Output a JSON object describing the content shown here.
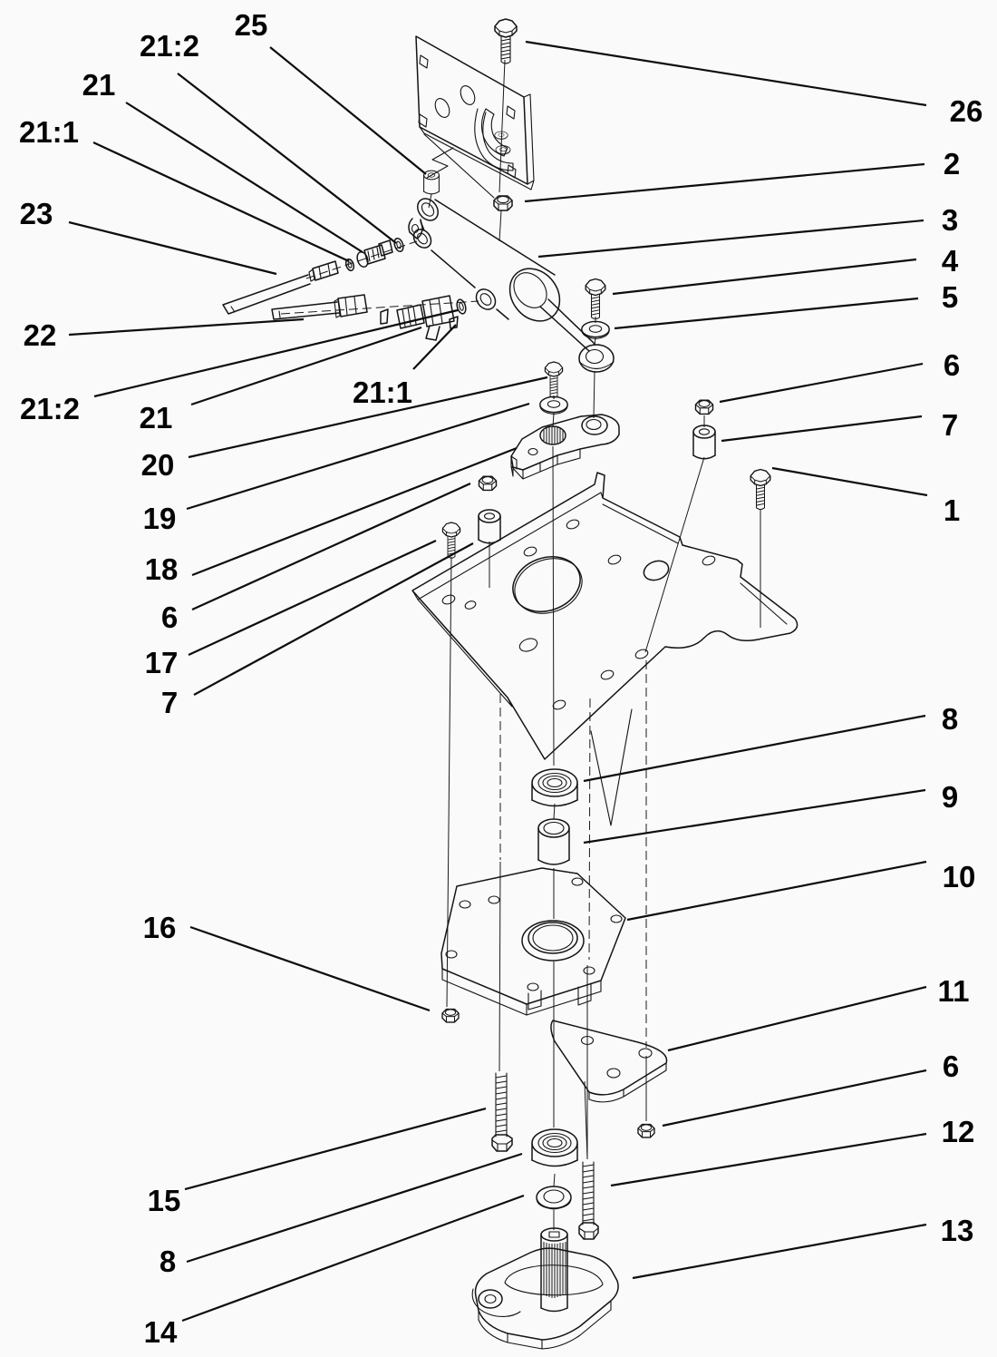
{
  "diagram": {
    "kind": "exploded-parts-diagram",
    "style": "black-line-art",
    "background_color": "#fafafa",
    "line_color": "#141414"
  },
  "callouts": [
    {
      "label": "25",
      "side": "left"
    },
    {
      "label": "21:2",
      "side": "left"
    },
    {
      "label": "21",
      "side": "left"
    },
    {
      "label": "21:1",
      "side": "left"
    },
    {
      "label": "23",
      "side": "left"
    },
    {
      "label": "22",
      "side": "left"
    },
    {
      "label": "21:2",
      "side": "left"
    },
    {
      "label": "21",
      "side": "left"
    },
    {
      "label": "21:1",
      "side": "center"
    },
    {
      "label": "20",
      "side": "left"
    },
    {
      "label": "19",
      "side": "left"
    },
    {
      "label": "18",
      "side": "left"
    },
    {
      "label": "6",
      "side": "left"
    },
    {
      "label": "17",
      "side": "left"
    },
    {
      "label": "7",
      "side": "left"
    },
    {
      "label": "16",
      "side": "left"
    },
    {
      "label": "15",
      "side": "left"
    },
    {
      "label": "8",
      "side": "left"
    },
    {
      "label": "14",
      "side": "left"
    },
    {
      "label": "26",
      "side": "right"
    },
    {
      "label": "2",
      "side": "right"
    },
    {
      "label": "3",
      "side": "right"
    },
    {
      "label": "4",
      "side": "right"
    },
    {
      "label": "5",
      "side": "right"
    },
    {
      "label": "6",
      "side": "right"
    },
    {
      "label": "7",
      "side": "right"
    },
    {
      "label": "1",
      "side": "right"
    },
    {
      "label": "8",
      "side": "right"
    },
    {
      "label": "9",
      "side": "right"
    },
    {
      "label": "10",
      "side": "right"
    },
    {
      "label": "11",
      "side": "right"
    },
    {
      "label": "6",
      "side": "right"
    },
    {
      "label": "12",
      "side": "right"
    },
    {
      "label": "13",
      "side": "right"
    }
  ]
}
